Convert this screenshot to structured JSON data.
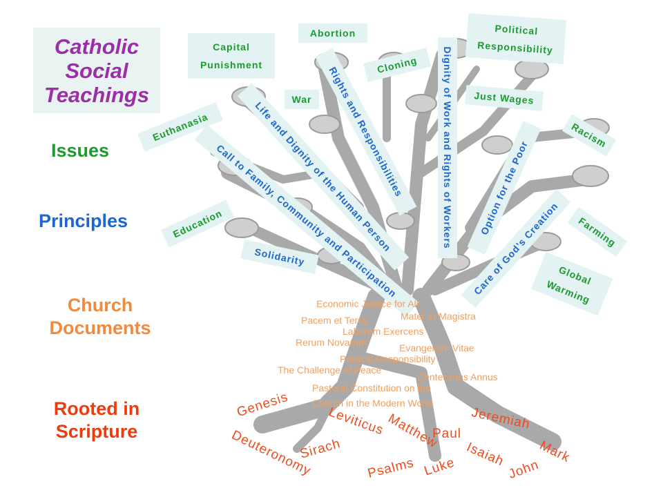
{
  "title": [
    "Catholic",
    "Social",
    "Teachings"
  ],
  "row_labels": {
    "issues": "Issues",
    "principles": "Principles",
    "documents": [
      "Church",
      "Documents"
    ],
    "scripture": [
      "Rooted in",
      "Scripture"
    ]
  },
  "colors": {
    "title": "#9b2fa8",
    "issues": "#1b9a2d",
    "principles": "#1d66cf",
    "documents": "#f08a3c",
    "scripture": "#ee3b0e",
    "document_text": "#f0a061",
    "tree": "#a9a9a9",
    "tag_background": "#e3f2f2"
  },
  "issues": {
    "capital_punishment": [
      "Capital",
      "Punishment"
    ],
    "abortion": "Abortion",
    "cloning": "Cloning",
    "political_responsibility": [
      "Political",
      "Responsibility"
    ],
    "war": "War",
    "just_wages": "Just Wages",
    "euthanasia": "Euthanasia",
    "racism": "Racism",
    "education": "Education",
    "farming": "Farming",
    "global_warming": [
      "Global",
      "Warming"
    ]
  },
  "principles": {
    "rights_responsibilities": "Rights and Responsibilities",
    "dignity_of_work": "Dignity of Work and Rights of Workers",
    "life_and_dignity": "Life and Dignity of the Human Person",
    "call_to_family": "Call to Family, Community and Participation",
    "option_for_poor": "Option for the Poor",
    "care_for_creation": "Care of God’s Creation",
    "solidarity": "Solidarity"
  },
  "documents": [
    "Economic Justice for All",
    "Pacem et Terris",
    "Mater et Magistra",
    "Laborem Exercens",
    "Rerum Novarum",
    "Evangelium Vitae",
    "Political Responsibility",
    "The Challenge of Peace",
    "Centesimus Annus",
    "Pastoral Constitution on the",
    "Church in the Modern World"
  ],
  "scripture": [
    "Genesis",
    "Leviticus",
    "Matthew",
    "Jeremiah",
    "Deuteronomy",
    "Sirach",
    "Paul",
    "Mark",
    "Isaiah",
    "Psalms",
    "Luke",
    "John"
  ]
}
